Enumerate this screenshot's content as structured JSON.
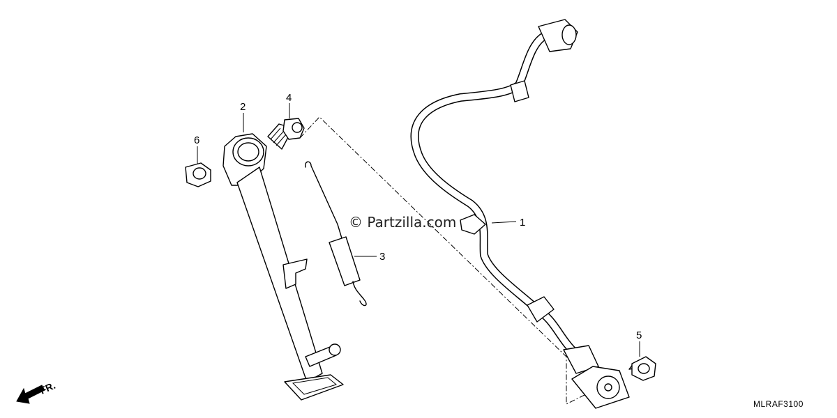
{
  "watermark": "© Partzilla.com",
  "diagram_code": "MLRAF3100",
  "direction_label": "FR.",
  "callouts": [
    {
      "id": "1",
      "label": "1"
    },
    {
      "id": "2",
      "label": "2"
    },
    {
      "id": "3",
      "label": "3"
    },
    {
      "id": "4",
      "label": "4"
    },
    {
      "id": "5",
      "label": "5"
    },
    {
      "id": "6",
      "label": "6"
    }
  ]
}
